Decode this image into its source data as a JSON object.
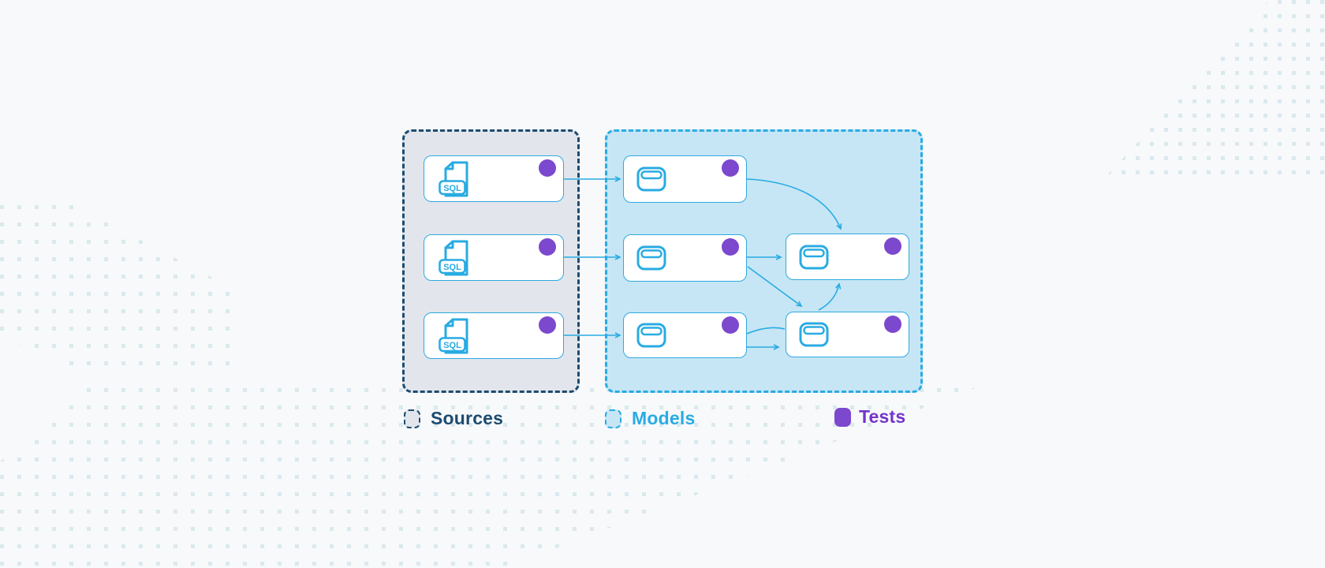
{
  "legend": {
    "items": [
      {
        "id": "sources",
        "label": "Sources",
        "swatch": "dashed-navy-square",
        "color": "#1D4B6F"
      },
      {
        "id": "models",
        "label": "Models",
        "swatch": "dashed-blue-square",
        "color": "#29ABE2"
      },
      {
        "id": "tests",
        "label": "Tests",
        "swatch": "purple-circle",
        "color": "#7434C9"
      }
    ]
  },
  "diagram": {
    "groups": [
      {
        "id": "sources",
        "legend_label": "Sources",
        "style": "dashed-navy-container",
        "nodes": [
          {
            "id": "source-1",
            "icon": "sql-file-icon",
            "has_test": true
          },
          {
            "id": "source-2",
            "icon": "sql-file-icon",
            "has_test": true
          },
          {
            "id": "source-3",
            "icon": "sql-file-icon",
            "has_test": true
          }
        ]
      },
      {
        "id": "models",
        "legend_label": "Models",
        "style": "dashed-blue-container",
        "nodes": [
          {
            "id": "model-1",
            "icon": "table-icon",
            "has_test": true
          },
          {
            "id": "model-2",
            "icon": "table-icon",
            "has_test": true
          },
          {
            "id": "model-3",
            "icon": "table-icon",
            "has_test": true
          },
          {
            "id": "model-4",
            "icon": "table-icon",
            "has_test": true
          },
          {
            "id": "model-5",
            "icon": "table-icon",
            "has_test": true
          }
        ]
      }
    ],
    "edges": [
      {
        "from": "source-1",
        "to": "model-1",
        "shape": "straight"
      },
      {
        "from": "source-2",
        "to": "model-2",
        "shape": "straight"
      },
      {
        "from": "source-3",
        "to": "model-3",
        "shape": "straight"
      },
      {
        "from": "model-1",
        "to": "model-4",
        "shape": "curved"
      },
      {
        "from": "model-2",
        "to": "model-4",
        "shape": "straight"
      },
      {
        "from": "model-2",
        "to": "model-5",
        "shape": "diagonal"
      },
      {
        "from": "model-3",
        "to": "model-5",
        "shape": "curved"
      },
      {
        "from": "model-3",
        "to": "model-5",
        "shape": "straight"
      },
      {
        "from": "model-5",
        "to": "model-4",
        "shape": "curved"
      }
    ],
    "icons": {
      "sql_badge_text": "SQL",
      "source_node_icon": "sql-file-icon",
      "model_node_icon": "table-icon",
      "test_marker": "purple-dot"
    }
  },
  "colors": {
    "background": "#F7F9FB",
    "dots": "#DBE9EE",
    "sources_fill": "#E2E6EC",
    "sources_border": "#1D4B6F",
    "models_fill": "#C6E6F5",
    "models_border": "#2AABE2",
    "node_border": "#2FA9E1",
    "edge": "#29ABE2",
    "test_dot": "#7C48CD",
    "sources_text": "#1D4B6F",
    "models_text": "#29ABE2",
    "tests_text": "#7434C9"
  }
}
